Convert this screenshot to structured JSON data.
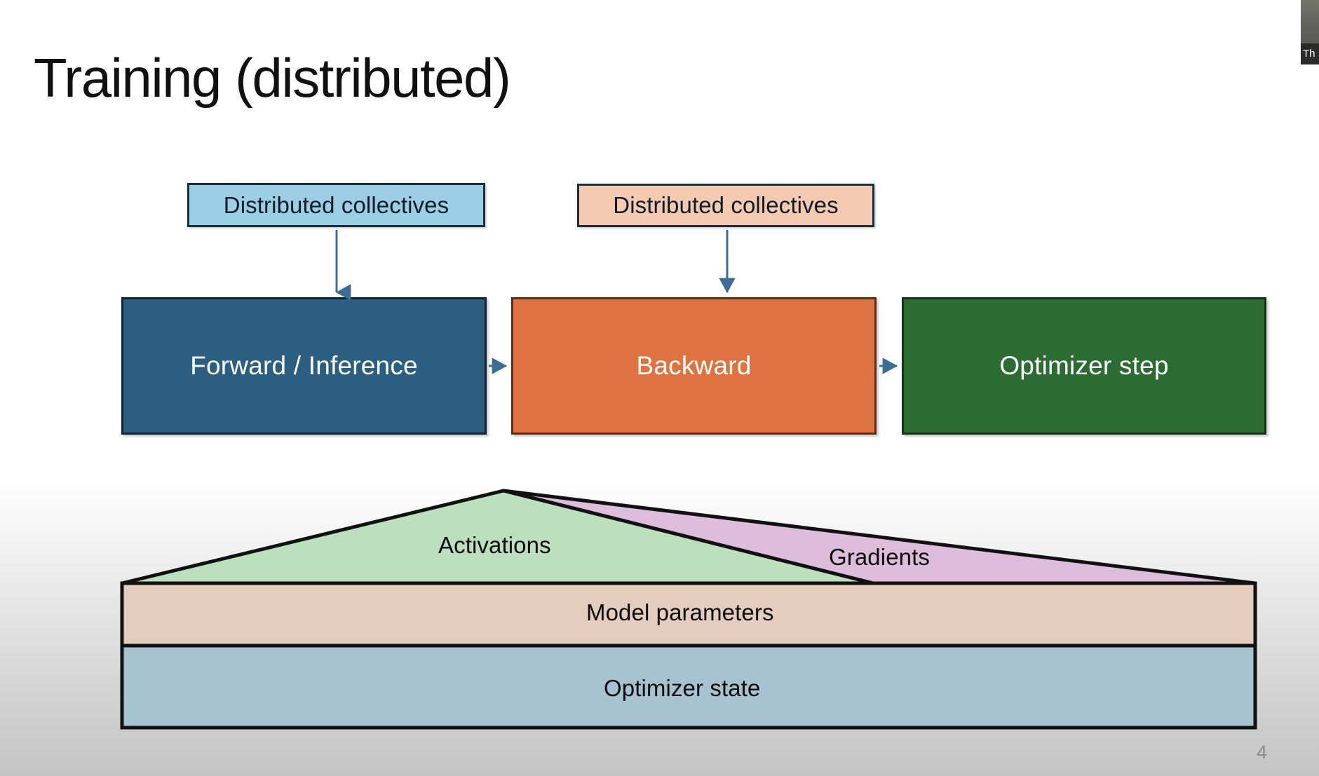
{
  "slide": {
    "title": "Training (distributed)",
    "page_number": "4"
  },
  "pipeline": {
    "callouts": [
      {
        "label": "Distributed collectives",
        "target": "forward",
        "fill": "#9CCFE5",
        "border": "#1e2d3d"
      },
      {
        "label": "Distributed collectives",
        "target": "backward",
        "fill": "#F4CBB1",
        "border": "#1e2d3d"
      }
    ],
    "stages": [
      {
        "label": "Forward / Inference",
        "fill": "#2B5E80"
      },
      {
        "label": "Backward",
        "fill": "#DE7341"
      },
      {
        "label": "Optimizer step",
        "fill": "#2C6B32"
      }
    ],
    "arrow_color": "#3B6E92"
  },
  "memory_stack": {
    "layers": [
      {
        "label": "Activations",
        "fill": "#BCDFBE",
        "shape": "triangle"
      },
      {
        "label": "Gradients",
        "fill": "#DDBCDC",
        "shape": "triangle"
      },
      {
        "label": "Model parameters",
        "fill": "#E4CDBE",
        "shape": "bar"
      },
      {
        "label": "Optimizer state",
        "fill": "#A7C2D1",
        "shape": "bar"
      }
    ],
    "outline_color": "#111111"
  },
  "video_tile": {
    "name_partial": "Th"
  }
}
